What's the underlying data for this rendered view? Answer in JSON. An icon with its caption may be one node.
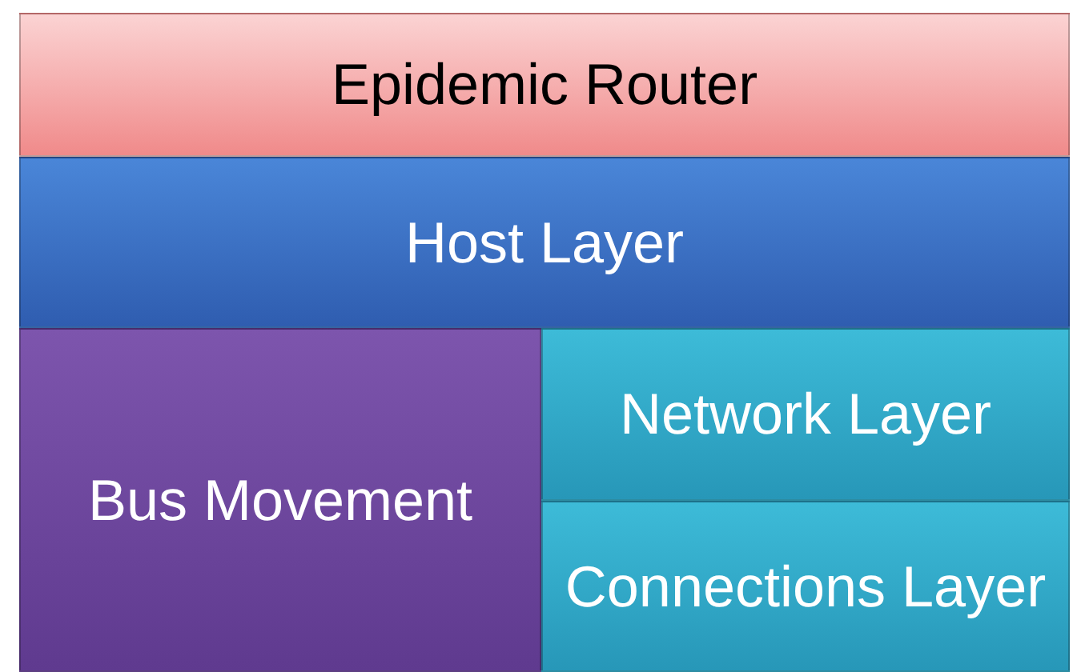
{
  "diagram": {
    "nodes": [
      {
        "text": [
          "Epidemic Router"
        ]
      },
      {
        "text": [
          "Host Layer"
        ]
      },
      {
        "text": [
          "Bus Movement"
        ]
      },
      {
        "text": [
          "Network Layer"
        ]
      },
      {
        "text": [
          "Connections Layer"
        ]
      }
    ]
  }
}
